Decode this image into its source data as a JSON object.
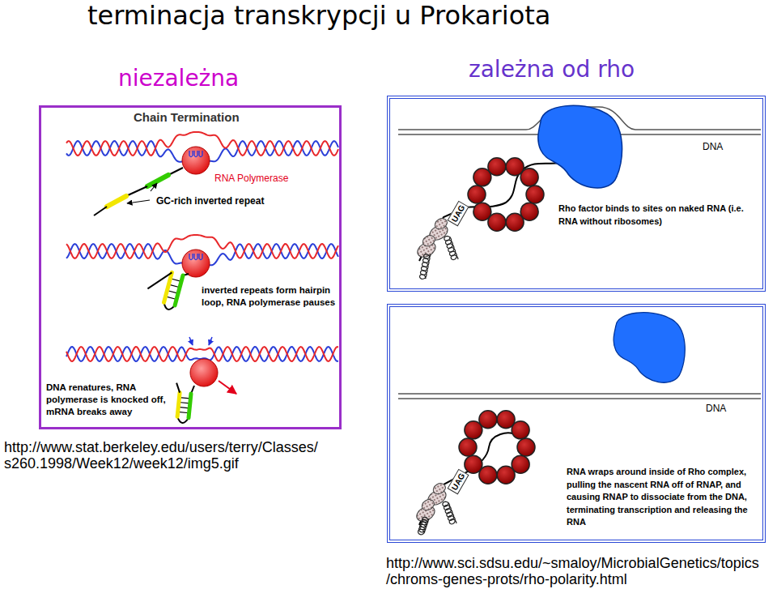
{
  "diagram": {
    "title": "terminacja transkrypcji u Prokariota",
    "nodes": [
      {
        "text": [
          "niezależna",
          "Chain Termination",
          "RNA Polymerase",
          "GC-rich inverted repeat",
          "inverted repeats form hairpin loop, RNA polymerase pauses",
          "DNA renatures, RNA polymerase is knocked off, mRNA breaks away"
        ]
      },
      {
        "text": [
          "zależna od rho",
          "DNA",
          "UAG",
          "Rho factor binds to sites on naked RNA (i.e. RNA without ribosomes)"
        ]
      },
      {
        "text": [
          "DNA",
          "UAG",
          "RNA wraps around inside of Rho complex, pulling the nascent RNA off of RNAP, and causing RNAP to dissociate from the DNA, terminating transcription and releasing the RNA"
        ]
      }
    ],
    "labels": [
      "http://www.stat.berkeley.edu/users/terry/Classes/ s260.1998/Week12/week12/img5.gif",
      "http://www.sci.sdsu.edu/~smaloy/MicrobialGenetics/topics /chroms-genes-prots/rho-polarity.html"
    ]
  }
}
